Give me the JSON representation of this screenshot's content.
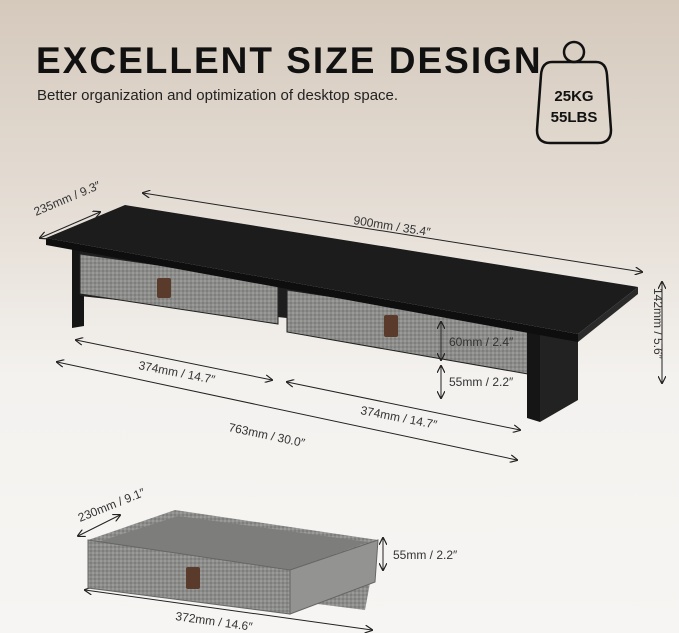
{
  "header": {
    "title": "EXCELLENT SIZE DESIGN",
    "subtitle": "Better organization and optimization of desktop space."
  },
  "weight_badge": {
    "icon": "weight-icon",
    "line1": "25KG",
    "line2": "55LBS"
  },
  "dimensions": {
    "depth": "235mm / 9.3″",
    "width": "900mm / 35.4″",
    "height": "142mm / 5.6″",
    "drawer_height": "60mm / 2.4″",
    "clearance": "55mm / 2.2″",
    "drawer_left_width": "374mm / 14.7″",
    "drawer_right_width": "374mm / 14.7″",
    "inner_width": "763mm / 30.0″"
  },
  "drawer": {
    "depth": "230mm / 9.1″",
    "height": "55mm / 2.2″",
    "width": "372mm / 14.6″"
  },
  "colors": {
    "wood": "#1b1b1b",
    "fabric": "#8a8a88",
    "handle": "#5a3a2a"
  }
}
